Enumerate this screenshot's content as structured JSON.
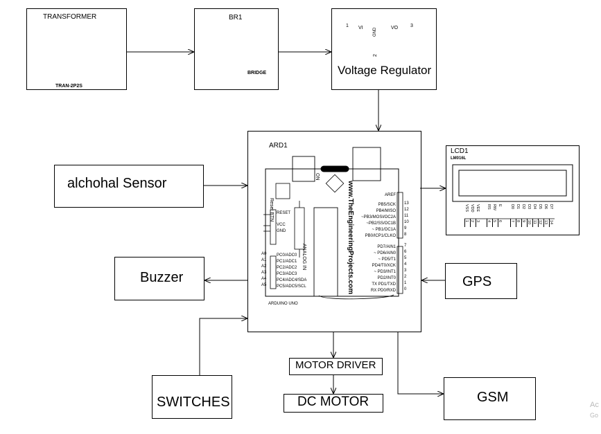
{
  "transformer": {
    "title": "TRANSFORMER",
    "part": "TRAN-2P2S"
  },
  "bridge": {
    "title": "BR1",
    "part": "BRIDGE"
  },
  "regulator": {
    "title": "Voltage Regulator",
    "pin_vi": "VI",
    "pin_vo": "VO",
    "pin_gnd": "GND",
    "pin1": "1",
    "pin2": "2",
    "pin3": "3"
  },
  "arduino": {
    "ref": "ARD1",
    "board_label": "ARDUINO UNO",
    "site": "www.TheEngineeringProjects.com",
    "reset_btn": "Reset BTN",
    "on": "ON",
    "analog_in": "ANALOG IN",
    "left_pins": [
      "RESET",
      "VCC",
      "GND"
    ],
    "analog_pins": [
      "PC0/ADC0",
      "PC1/ADC1",
      "PC2/ADC2",
      "PC3/ADC3",
      "PC4/ADC4/SDA",
      "PC5/ADC5/SCL"
    ],
    "analog_nums": [
      "A0",
      "A1",
      "A2",
      "A3",
      "A4",
      "A5"
    ],
    "right_top": [
      "AREF",
      "PB5/SCK",
      "PB4/MISO",
      "~PB3/MOSI/OC2A",
      "~PB2/SS/OC1B",
      "~ PB1/OC1A",
      "PB0/ICP1/CLKO"
    ],
    "right_top_nums": [
      "",
      "13",
      "12",
      "11",
      "10",
      "9",
      "8"
    ],
    "right_bottom": [
      "PD7/AIN1",
      "~ PD6/AIN0",
      "~ PD5/T1",
      "PD4/T0/XCK",
      "~ PD3/INT1",
      "PD2/INT0",
      "TX  PD1/TXD",
      "RX  PD0/RXD"
    ],
    "right_bottom_nums": [
      "7",
      "6",
      "5",
      "4",
      "3",
      "2",
      "1",
      "0"
    ]
  },
  "lcd": {
    "ref": "LCD1",
    "part": "LM016L",
    "pins": [
      "VSS",
      "VDD",
      "VEE",
      "RS",
      "RW",
      "E",
      "D0",
      "D1",
      "D2",
      "D3",
      "D4",
      "D5",
      "D6",
      "D7"
    ],
    "pin_nums": [
      "1",
      "2",
      "3",
      "4",
      "5",
      "6",
      "7",
      "8",
      "9",
      "10",
      "11",
      "12",
      "13",
      "14"
    ]
  },
  "blocks": {
    "sensor": "alchohal Sensor",
    "buzzer": "Buzzer",
    "gps": "GPS",
    "switches": "SWITCHES",
    "motor_driver": "MOTOR DRIVER",
    "dc_motor": "DC MOTOR",
    "gsm": "GSM"
  },
  "watermark": {
    "line1": "Ac",
    "line2": "Go"
  }
}
